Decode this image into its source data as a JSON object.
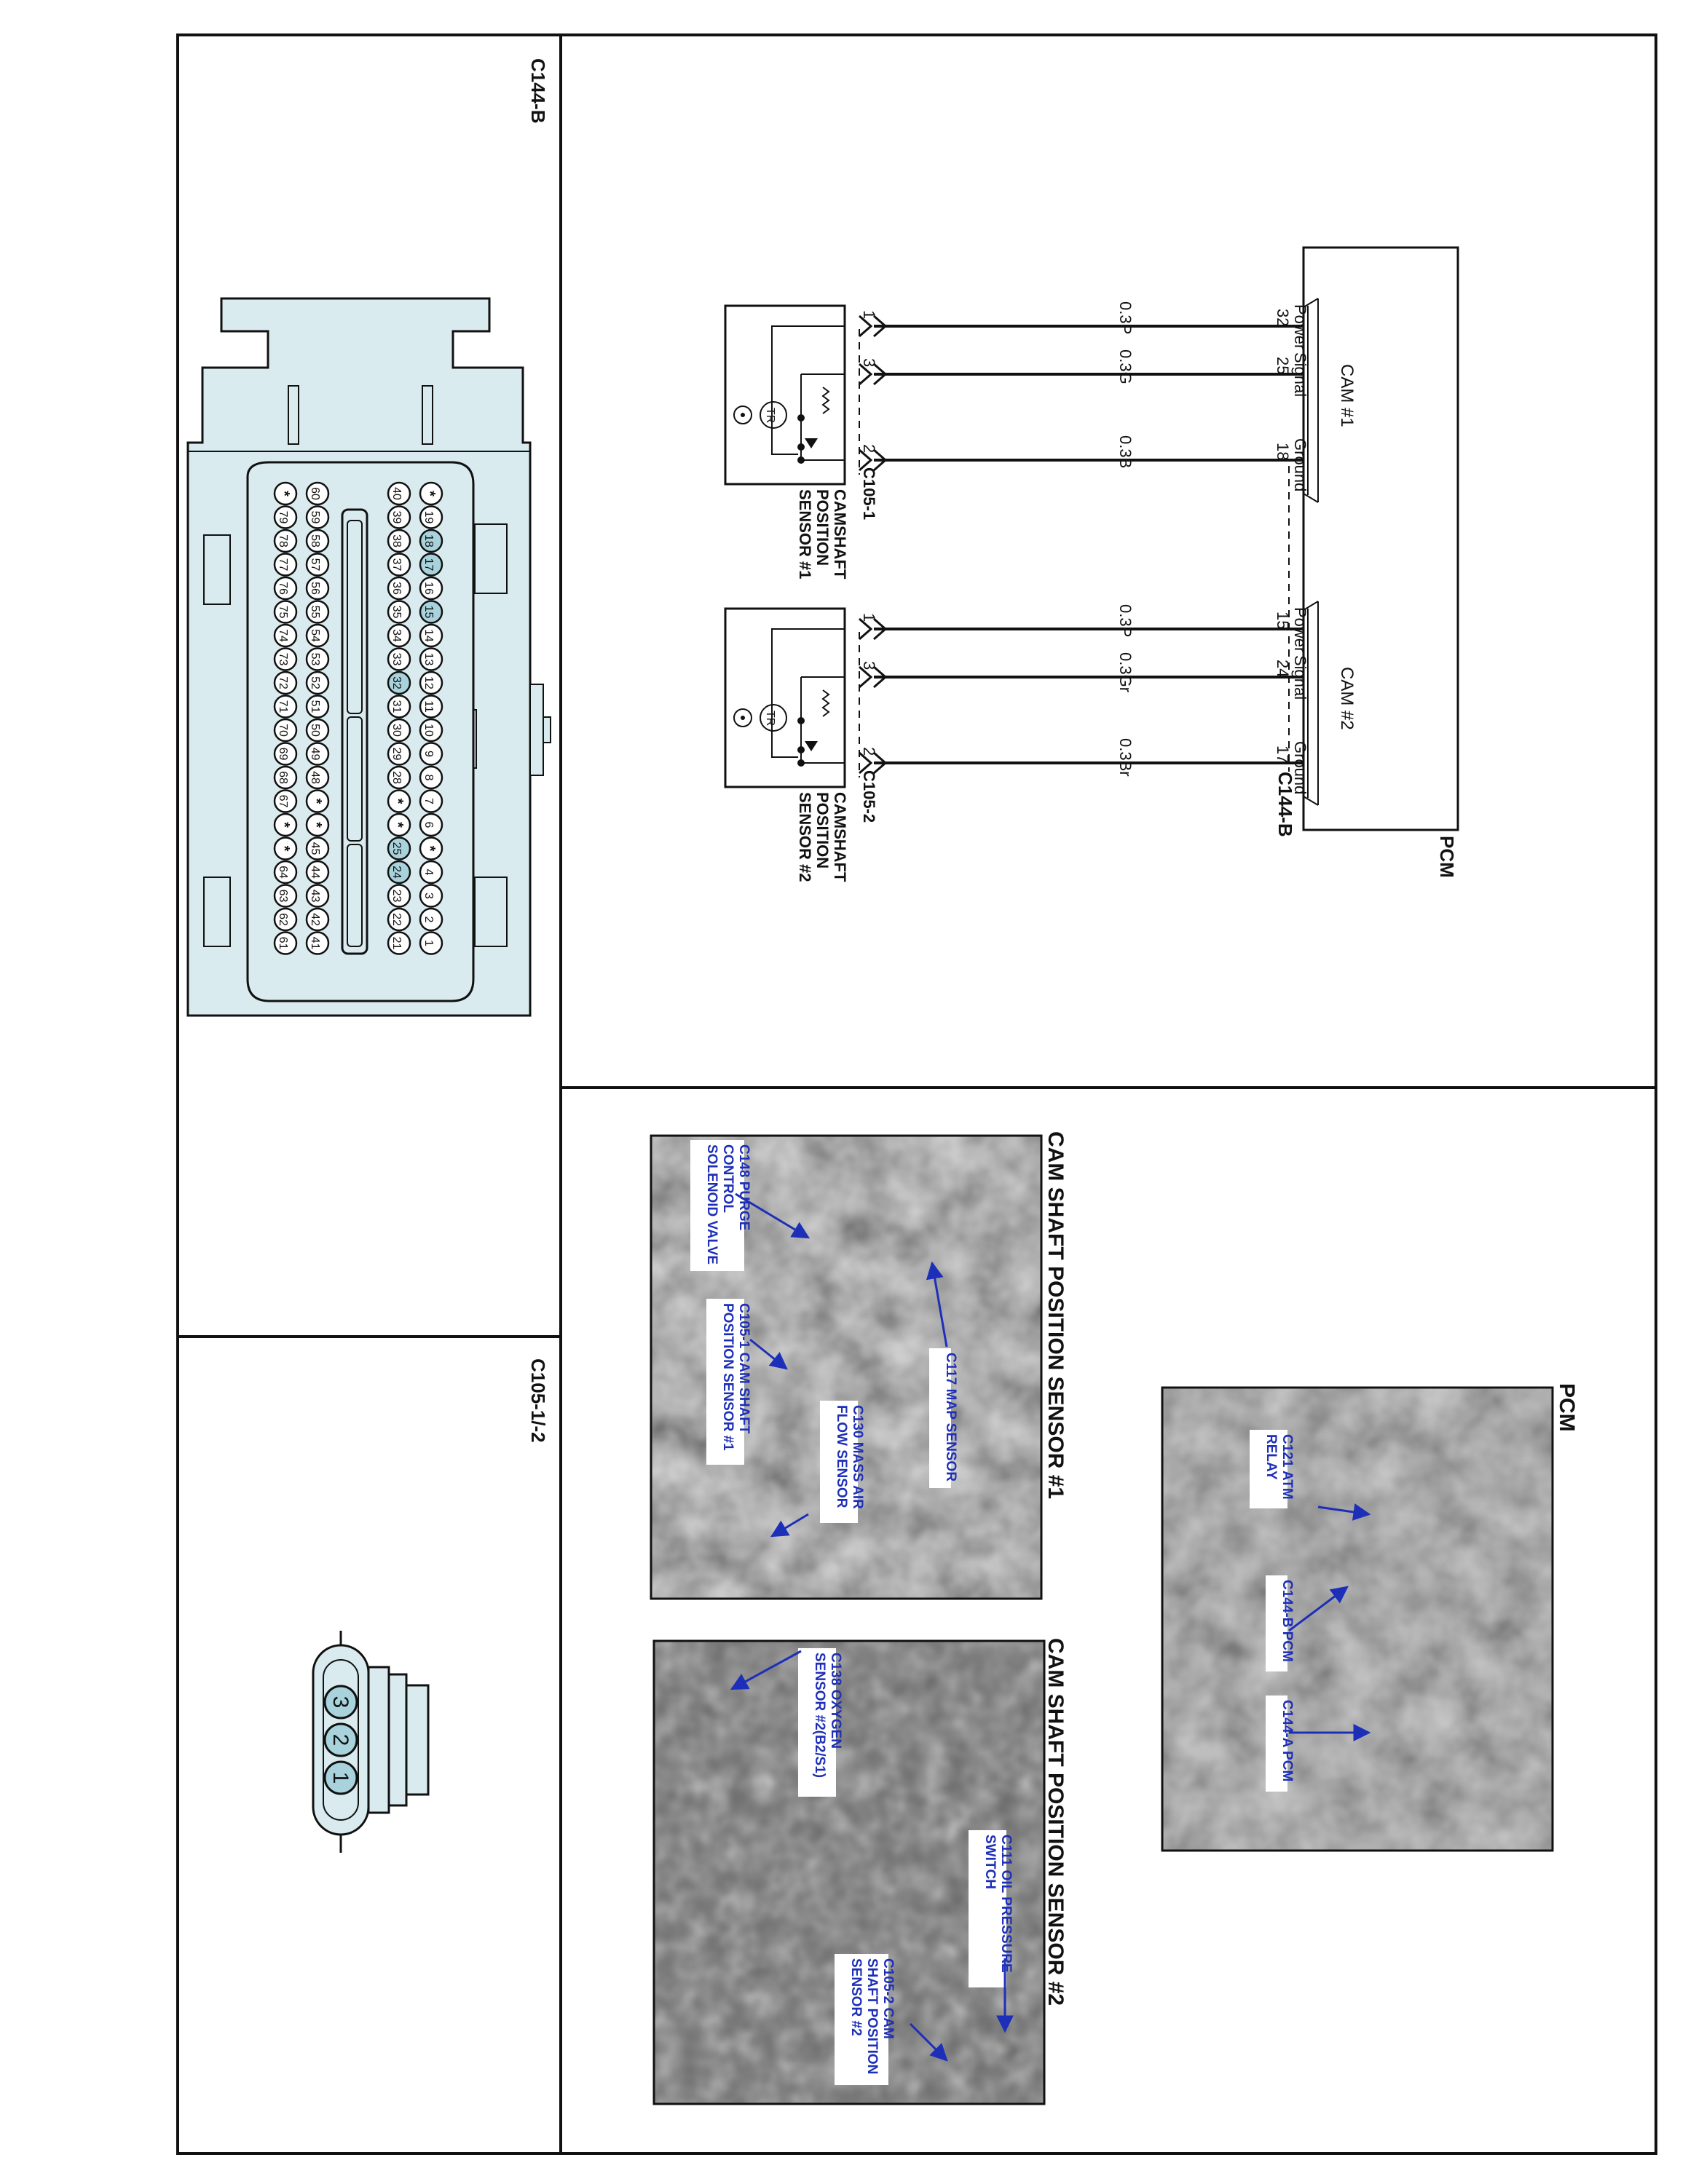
{
  "panels": {
    "c144b_title": "C144-B",
    "c105_title": "C105-1/-2",
    "cam1_photo_title": "CAM SHAFT POSITION SENSOR #1",
    "cam2_photo_title": "CAM SHAFT POSITION SENSOR #2",
    "pcm_photo_title": "PCM"
  },
  "schematic": {
    "pcm_label": "PCM",
    "pcm_connector": "C144-B",
    "cam1": {
      "title": "CAM #1",
      "functions": [
        "Power",
        "Signal",
        "Ground"
      ],
      "pcm_pins": [
        "32",
        "25",
        "18"
      ],
      "wires": [
        "0.3P",
        "0.3G",
        "0.3B"
      ],
      "sensor_pins": [
        "1",
        "3",
        "2"
      ],
      "connector": "C105-1",
      "sensor_name_lines": [
        "CAMSHAFT",
        "POSITION",
        "SENSOR #1"
      ],
      "tr": "TR"
    },
    "cam2": {
      "title": "CAM #2",
      "functions": [
        "Power",
        "Signal",
        "Ground"
      ],
      "pcm_pins": [
        "15",
        "24",
        "17"
      ],
      "wires": [
        "0.3P",
        "0.3Gr",
        "0.3Br"
      ],
      "sensor_pins": [
        "1",
        "3",
        "2"
      ],
      "connector": "C105-2",
      "sensor_name_lines": [
        "CAMSHAFT",
        "POSITION",
        "SENSOR #2"
      ],
      "tr": "TR"
    }
  },
  "c144b_connector": {
    "rows": [
      [
        "*",
        "19",
        "18",
        "17",
        "16",
        "15",
        "14",
        "13",
        "12",
        "11",
        "10",
        "9",
        "8",
        "7",
        "6",
        "*",
        "4",
        "3",
        "2",
        "1"
      ],
      [
        "40",
        "39",
        "38",
        "37",
        "36",
        "35",
        "34",
        "33",
        "32",
        "31",
        "30",
        "29",
        "28",
        "*",
        "*",
        "25",
        "24",
        "23",
        "22",
        "21"
      ],
      [
        "60",
        "59",
        "58",
        "57",
        "56",
        "55",
        "54",
        "53",
        "52",
        "51",
        "50",
        "49",
        "48",
        "*",
        "*",
        "45",
        "44",
        "43",
        "42",
        "41"
      ],
      [
        "*",
        "79",
        "78",
        "77",
        "76",
        "75",
        "74",
        "73",
        "72",
        "71",
        "70",
        "69",
        "68",
        "67",
        "*",
        "*",
        "64",
        "63",
        "62",
        "61"
      ]
    ],
    "highlighted_pins": [
      "18",
      "17",
      "15",
      "32",
      "25",
      "24"
    ]
  },
  "c105_connector": {
    "pins": [
      "3",
      "2",
      "1"
    ]
  },
  "photo_callouts": {
    "cam1": [
      [
        "C148 PURGE",
        "CONTROL",
        "SOLENOID VALVE"
      ],
      [
        "C105-1 CAM SHAFT",
        "POSITION SENSOR #1"
      ],
      [
        "C130 MASS AIR",
        "FLOW SENSOR"
      ],
      [
        "C117 MAP SENSOR"
      ]
    ],
    "cam2": [
      [
        "C138 OXYGEN",
        "SENSOR #2(B2/S1)"
      ],
      [
        "C111 OIL PRESSURE",
        "SWITCH"
      ],
      [
        "C105-2 CAM",
        "SHAFT POSITION",
        "SENSOR #2"
      ]
    ],
    "pcm": [
      [
        "C121 ATM",
        "RELAY"
      ],
      [
        "C144-B PCM"
      ],
      [
        "C144-A PCM"
      ]
    ]
  },
  "colors": {
    "pin_highlight": "#a9d3dc",
    "connector_fill": "#d9ebef",
    "callout_text": "#1d2fb8"
  }
}
